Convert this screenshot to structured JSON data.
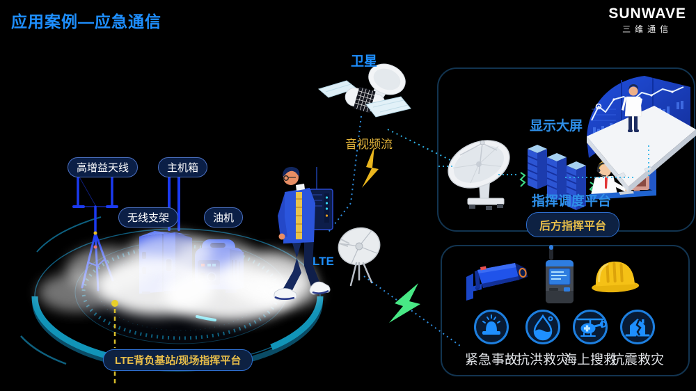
{
  "slide": {
    "title": "应用案例—应急通信",
    "brand": {
      "logo": "SUNWAVE",
      "subbrand": "三维通信"
    }
  },
  "satellite": {
    "label": "卫星"
  },
  "links": {
    "stream_label": "音视频流",
    "lte_label": "LTE"
  },
  "field_site": {
    "antenna_label": "高增益天线",
    "chassis_label": "主机箱",
    "bracket_label": "无线支架",
    "generator_label": "油机",
    "platform_label": "LTE背负基站/现场指挥平台"
  },
  "rear_center": {
    "screen_label": "显示大屏",
    "dispatch_label": "指挥调度平台",
    "platform_label": "后方指挥平台"
  },
  "scenarios": [
    {
      "label": "紧急事故",
      "icon": "siren-icon"
    },
    {
      "label": "抗洪救灾",
      "icon": "water-drop-icon"
    },
    {
      "label": "海上搜救",
      "icon": "helicopter-icon"
    },
    {
      "label": "抗震救灾",
      "icon": "house-crack-icon"
    }
  ],
  "colors": {
    "accent_blue": "#1E8FFF",
    "gold": "#E2B43C",
    "teal_ring": "#1194B8",
    "icon_blue": "#1E7FD8",
    "green_flash": "#46E888",
    "panel_border": "#123450"
  }
}
